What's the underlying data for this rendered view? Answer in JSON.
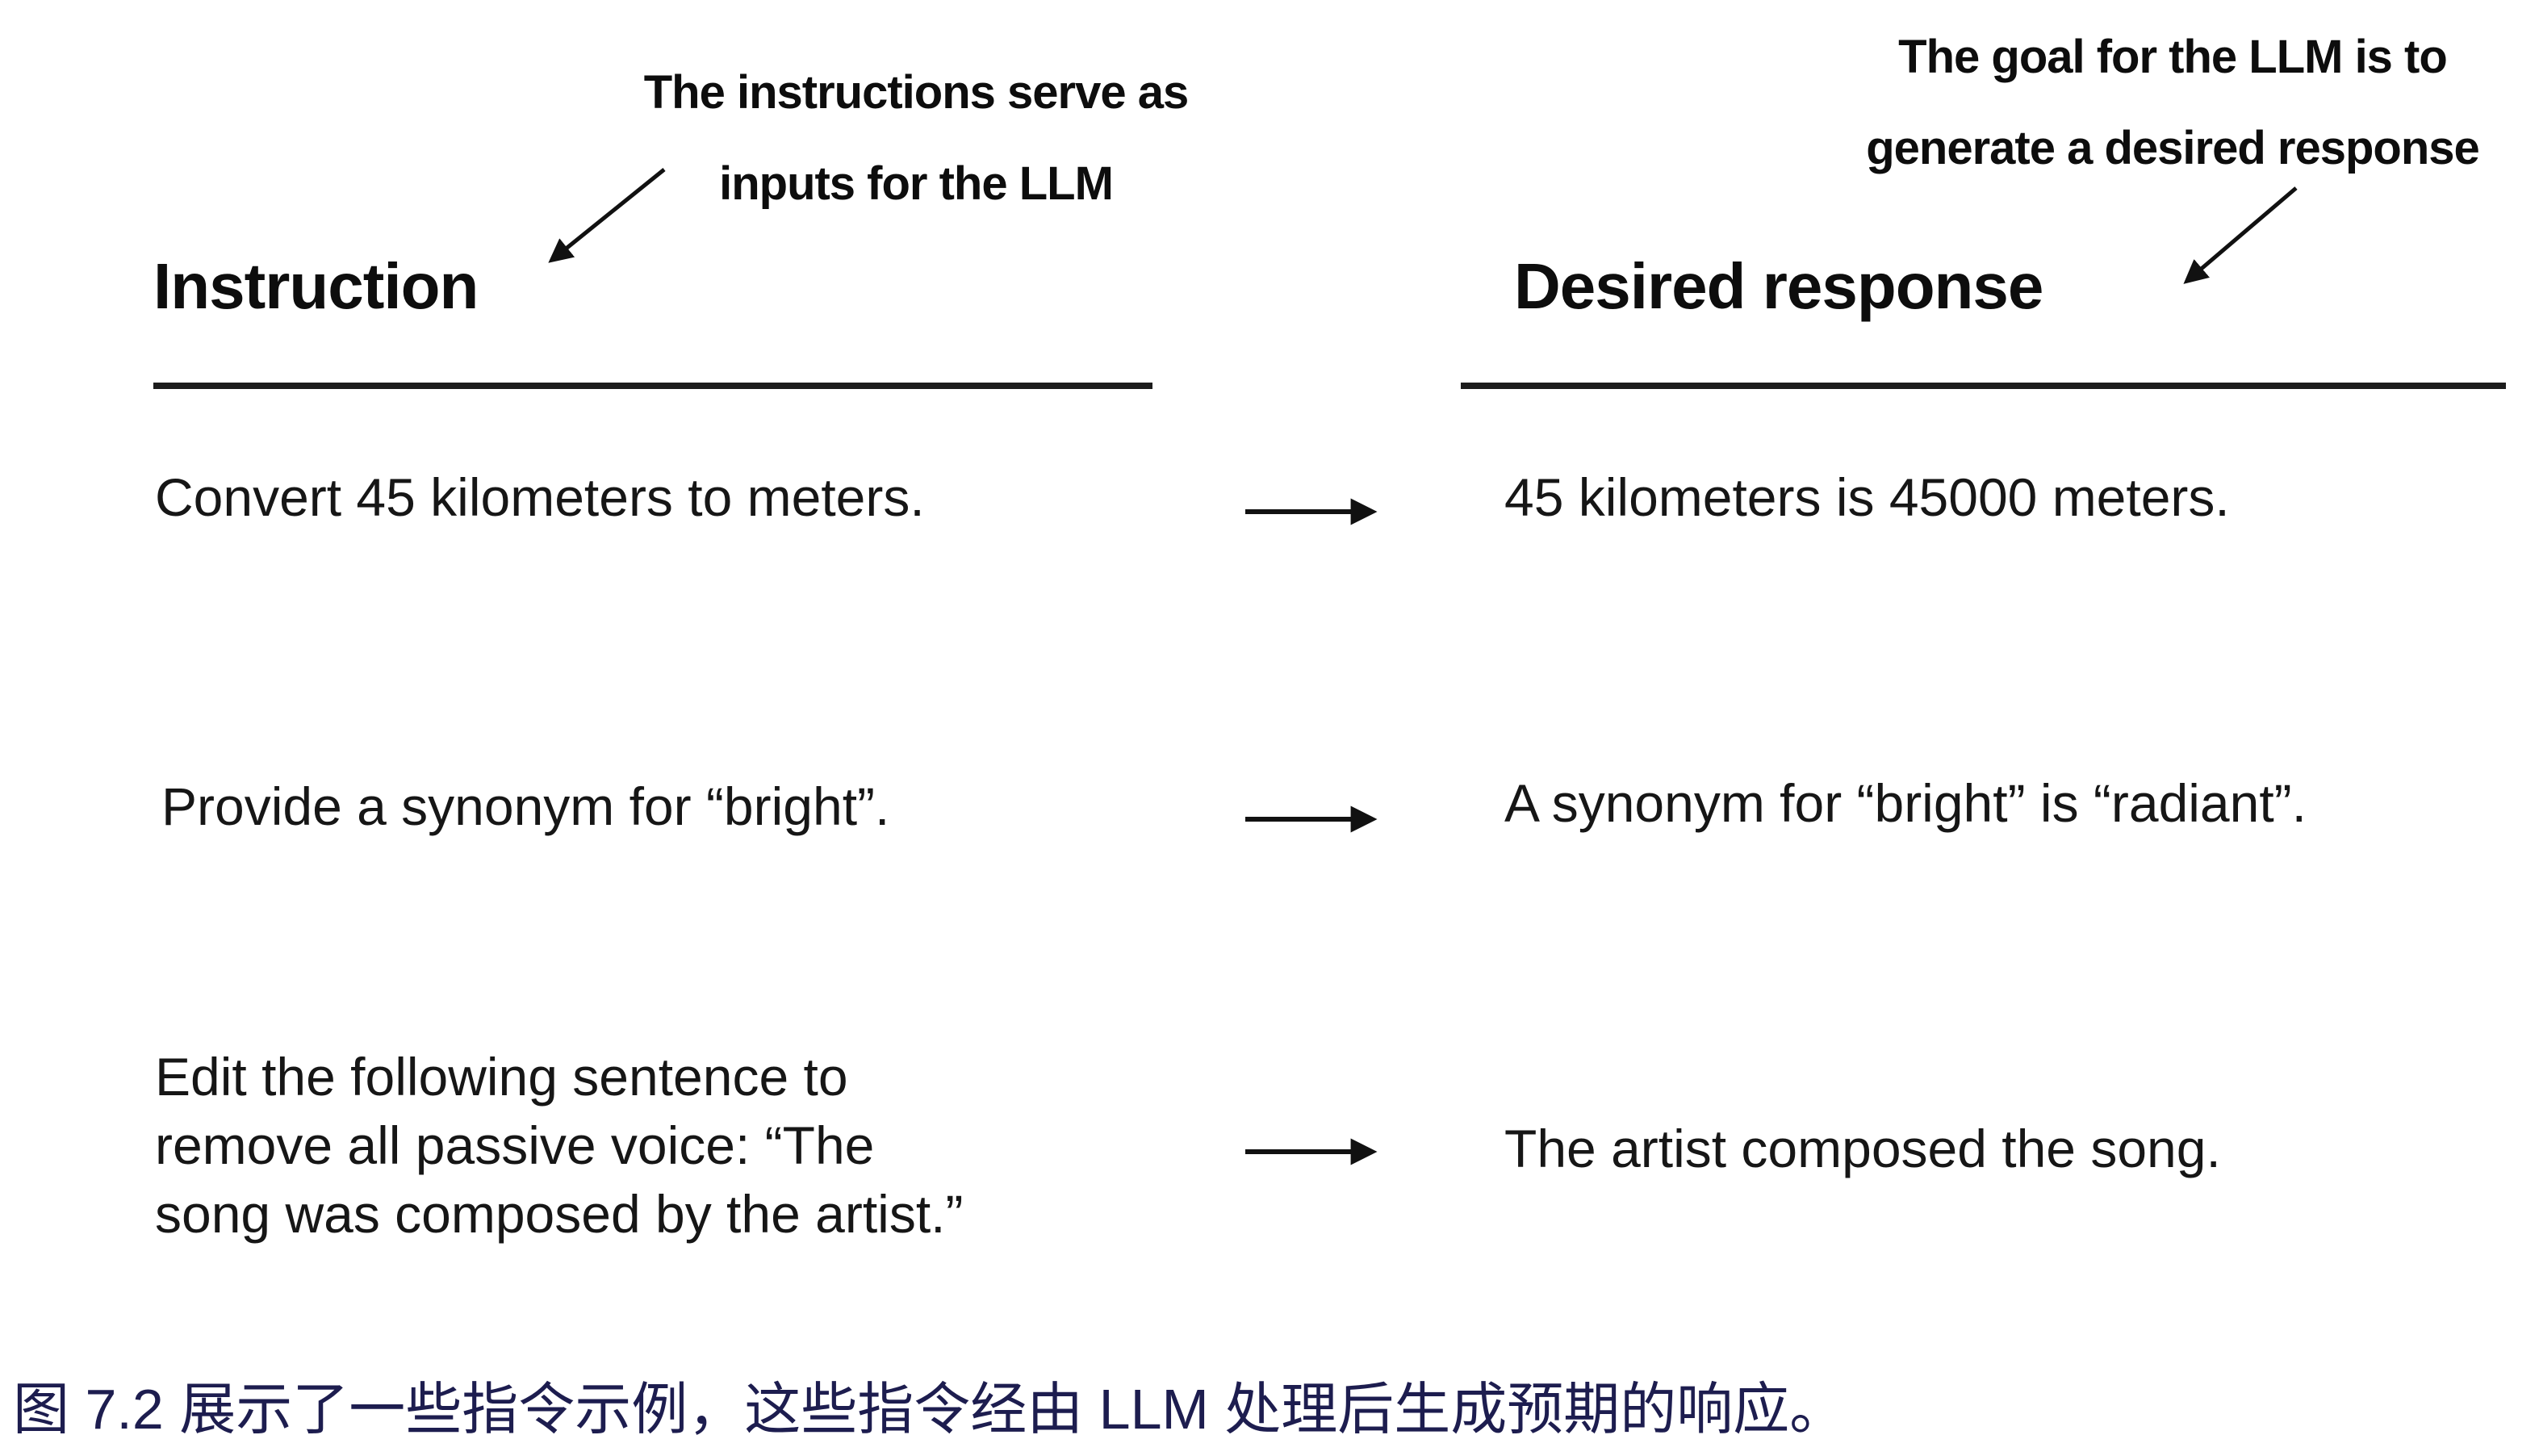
{
  "figure": {
    "annotation_left": "The instructions serve as\ninputs for the LLM",
    "annotation_right": "The goal for the LLM is to\ngenerate a desired response",
    "column_left_header": "Instruction",
    "column_right_header": "Desired response",
    "rows": [
      {
        "instruction": "Convert 45 kilometers to meters.",
        "response": "45 kilometers is 45000 meters."
      },
      {
        "instruction": "Provide a synonym for “bright”.",
        "response": "A synonym for “bright” is “radiant”."
      },
      {
        "instruction": "Edit the following sentence to\nremove all passive voice: “The\nsong was composed by the artist.”",
        "response": "The artist composed the song."
      }
    ]
  },
  "caption": {
    "text": "图 7.2 展示了一些指令示例，这些指令经由 LLM 处理后生成预期的响应。"
  },
  "colors": {
    "text": "#161616",
    "caption": "#1d1d4f",
    "arrow": "#111111"
  }
}
